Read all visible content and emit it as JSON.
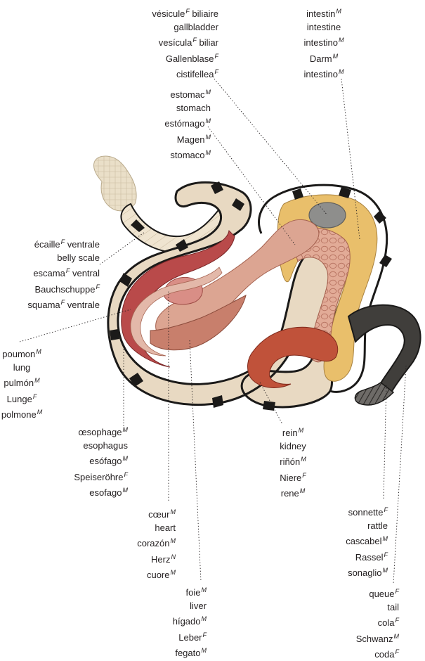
{
  "colors": {
    "label_text": "#231f20",
    "scale_cream": "#eadfc8",
    "body_dark": "#1b1a19",
    "organ_pink": "#d8a08e",
    "lung_red": "#b94a4a",
    "kidney_red": "#c0523a",
    "gallbladder_gray": "#8e8e8c",
    "fat_yellow": "#e9bf6b",
    "rattle_gray": "#5a5856"
  },
  "labels": {
    "gallbladder": [
      {
        "text": "vésicule",
        "gender": "F",
        "rest": " biliaire"
      },
      {
        "text": "gallbladder",
        "gender": "",
        "rest": ""
      },
      {
        "text": "vesícula",
        "gender": "F",
        "rest": " biliar"
      },
      {
        "text": "Gallenblase",
        "gender": "F",
        "rest": ""
      },
      {
        "text": "cistifellea",
        "gender": "F",
        "rest": ""
      }
    ],
    "intestine": [
      {
        "text": "intestin",
        "gender": "M",
        "rest": ""
      },
      {
        "text": "intestine",
        "gender": "",
        "rest": ""
      },
      {
        "text": "intestino",
        "gender": "M",
        "rest": ""
      },
      {
        "text": "Darm",
        "gender": "M",
        "rest": ""
      },
      {
        "text": "intestino",
        "gender": "M",
        "rest": ""
      }
    ],
    "stomach": [
      {
        "text": "estomac",
        "gender": "M",
        "rest": ""
      },
      {
        "text": "stomach",
        "gender": "",
        "rest": ""
      },
      {
        "text": "estómago",
        "gender": "M",
        "rest": ""
      },
      {
        "text": "Magen",
        "gender": "M",
        "rest": ""
      },
      {
        "text": "stomaco",
        "gender": "M",
        "rest": ""
      }
    ],
    "belly_scale": [
      {
        "text": "écaille",
        "gender": "F",
        "rest": " ventrale"
      },
      {
        "text": "belly scale",
        "gender": "",
        "rest": ""
      },
      {
        "text": "escama",
        "gender": "F",
        "rest": " ventral"
      },
      {
        "text": "Bauchschuppe",
        "gender": "F",
        "rest": ""
      },
      {
        "text": "squama",
        "gender": "F",
        "rest": " ventrale"
      }
    ],
    "lung": [
      {
        "text": "poumon",
        "gender": "M",
        "rest": ""
      },
      {
        "text": "lung",
        "gender": "",
        "rest": ""
      },
      {
        "text": "pulmón",
        "gender": "M",
        "rest": ""
      },
      {
        "text": "Lunge",
        "gender": "F",
        "rest": ""
      },
      {
        "text": "polmone",
        "gender": "M",
        "rest": ""
      }
    ],
    "esophagus": [
      {
        "text": "œsophage",
        "gender": "M",
        "rest": ""
      },
      {
        "text": "esophagus",
        "gender": "",
        "rest": ""
      },
      {
        "text": "esófago",
        "gender": "M",
        "rest": ""
      },
      {
        "text": "Speiseröhre",
        "gender": "F",
        "rest": ""
      },
      {
        "text": "esofago",
        "gender": "M",
        "rest": ""
      }
    ],
    "kidney": [
      {
        "text": "rein",
        "gender": "M",
        "rest": ""
      },
      {
        "text": "kidney",
        "gender": "",
        "rest": ""
      },
      {
        "text": "riñón",
        "gender": "M",
        "rest": ""
      },
      {
        "text": "Niere",
        "gender": "F",
        "rest": ""
      },
      {
        "text": "rene",
        "gender": "M",
        "rest": ""
      }
    ],
    "heart": [
      {
        "text": "cœur",
        "gender": "M",
        "rest": ""
      },
      {
        "text": "heart",
        "gender": "",
        "rest": ""
      },
      {
        "text": "corazón",
        "gender": "M",
        "rest": ""
      },
      {
        "text": "Herz",
        "gender": "N",
        "rest": ""
      },
      {
        "text": "cuore",
        "gender": "M",
        "rest": ""
      }
    ],
    "rattle": [
      {
        "text": "sonnette",
        "gender": "F",
        "rest": ""
      },
      {
        "text": "rattle",
        "gender": "",
        "rest": ""
      },
      {
        "text": "cascabel",
        "gender": "M",
        "rest": ""
      },
      {
        "text": "Rassel",
        "gender": "F",
        "rest": ""
      },
      {
        "text": "sonaglio",
        "gender": "M",
        "rest": ""
      }
    ],
    "liver": [
      {
        "text": "foie",
        "gender": "M",
        "rest": ""
      },
      {
        "text": "liver",
        "gender": "",
        "rest": ""
      },
      {
        "text": "hígado",
        "gender": "M",
        "rest": ""
      },
      {
        "text": "Leber",
        "gender": "F",
        "rest": ""
      },
      {
        "text": "fegato",
        "gender": "M",
        "rest": ""
      }
    ],
    "tail": [
      {
        "text": "queue",
        "gender": "F",
        "rest": ""
      },
      {
        "text": "tail",
        "gender": "",
        "rest": ""
      },
      {
        "text": "cola",
        "gender": "F",
        "rest": ""
      },
      {
        "text": "Schwanz",
        "gender": "M",
        "rest": ""
      },
      {
        "text": "coda",
        "gender": "F",
        "rest": ""
      }
    ]
  }
}
